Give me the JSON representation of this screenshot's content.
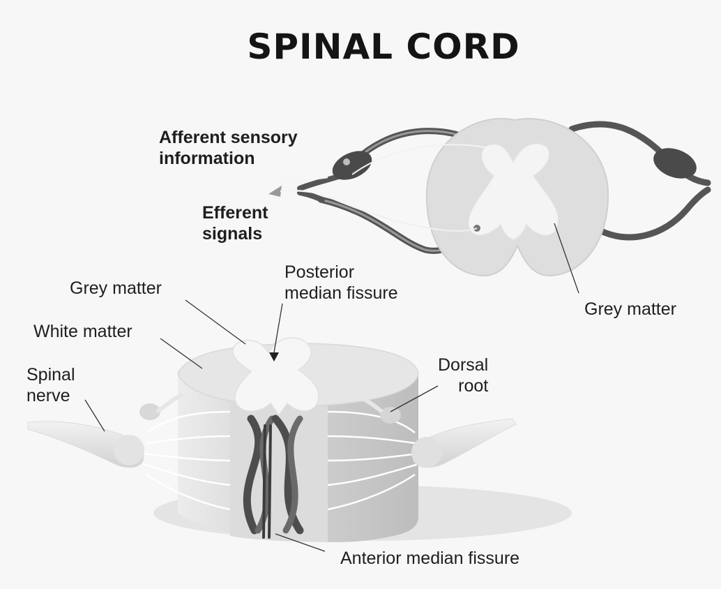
{
  "title": "SPINAL CORD",
  "labels": {
    "afferent_line1": "Afferent sensory",
    "afferent_line2": "information",
    "efferent_line1": "Efferent",
    "efferent_line2": "signals",
    "grey_matter_right": "Grey matter",
    "posterior_line1": "Posterior",
    "posterior_line2": "median fissure",
    "grey_matter_left": "Grey matter",
    "white_matter": "White matter",
    "spinal_line1": "Spinal",
    "spinal_line2": "nerve",
    "dorsal_line1": "Dorsal",
    "dorsal_line2": "root",
    "anterior": "Anterior median fissure"
  }
}
